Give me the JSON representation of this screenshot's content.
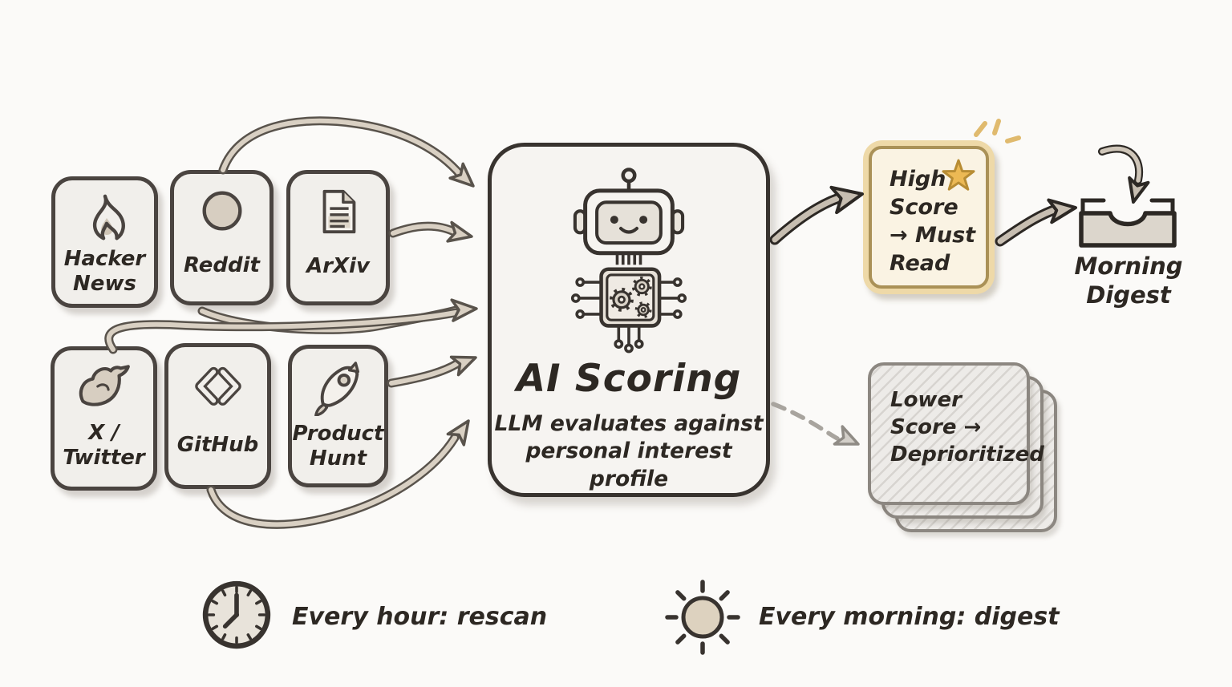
{
  "diagram": {
    "sources": [
      {
        "name": "hacker-news",
        "icon": "flame-icon",
        "lines": [
          "Hacker",
          "News"
        ]
      },
      {
        "name": "reddit",
        "icon": "reddit-circle-icon",
        "lines": [
          "Reddit"
        ]
      },
      {
        "name": "arxiv",
        "icon": "document-icon",
        "lines": [
          "ArXiv"
        ]
      },
      {
        "name": "x-twitter",
        "icon": "twitter-bird-icon",
        "lines": [
          "X /",
          "Twitter"
        ]
      },
      {
        "name": "github",
        "icon": "code-brackets-icon",
        "lines": [
          "GitHub"
        ]
      },
      {
        "name": "product-hunt",
        "icon": "rocket-icon",
        "lines": [
          "Product",
          "Hunt"
        ]
      }
    ],
    "processor": {
      "title": "AI Scoring",
      "subtitle": [
        "LLM evaluates against",
        "personal interest profile"
      ],
      "icon": "robot-chip-icon"
    },
    "high_score": {
      "lines": [
        "High",
        "Score",
        "→ Must",
        "Read"
      ],
      "icon": "star-icon"
    },
    "low_score": {
      "lines": [
        "Lower",
        "Score →",
        "Deprioritized"
      ],
      "style": "hatched-stack"
    },
    "digest": {
      "lines": [
        "Morning",
        "Digest"
      ],
      "icon": "inbox-tray-icon"
    },
    "legend": [
      {
        "icon": "clock-icon",
        "label": "Every hour: rescan"
      },
      {
        "icon": "sun-icon",
        "label": "Every morning: digest"
      }
    ],
    "colors": {
      "background": "#fbfaf8",
      "ink": "#2d2823",
      "box_fill": "#f1efeb",
      "box_border": "#4a4440",
      "arrow_fill": "#d9d0c3",
      "arrow_outline": "#59534c",
      "highlight_outer": "#eed9a8",
      "highlight_fill": "#faf3e3",
      "highlight_border": "#aa9157",
      "star": "#ecb954",
      "muted_gray": "#a8a49e"
    }
  }
}
